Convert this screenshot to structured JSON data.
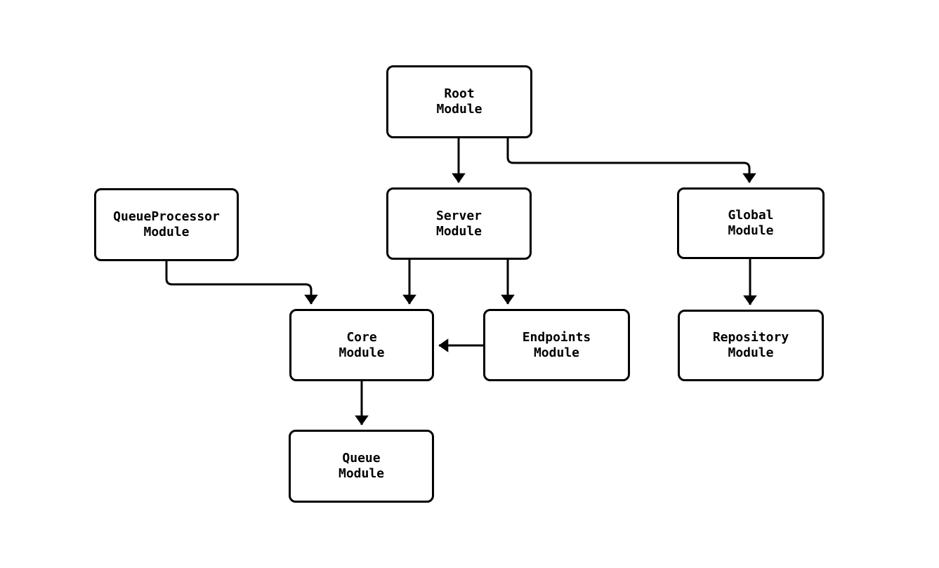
{
  "diagram": {
    "type": "flowchart",
    "direction": "top-down",
    "background_color": "#ffffff",
    "node_fill_color": "#ffffff",
    "node_border_color": "#000000",
    "edge_color": "#000000",
    "text_color": "#000000"
  },
  "nodes": {
    "root": {
      "label": "Root\nModule"
    },
    "queue_processor": {
      "label": "QueueProcessor\nModule"
    },
    "server": {
      "label": "Server\nModule"
    },
    "global": {
      "label": "Global\nModule"
    },
    "core": {
      "label": "Core\nModule"
    },
    "endpoints": {
      "label": "Endpoints\nModule"
    },
    "repository": {
      "label": "Repository\nModule"
    },
    "queue": {
      "label": "Queue\nModule"
    }
  },
  "edges": [
    {
      "from": "Root Module",
      "to": "Server Module"
    },
    {
      "from": "Root Module",
      "to": "Global Module"
    },
    {
      "from": "Server Module",
      "to": "Core Module"
    },
    {
      "from": "Server Module",
      "to": "Endpoints Module"
    },
    {
      "from": "QueueProcessor Module",
      "to": "Core Module"
    },
    {
      "from": "Endpoints Module",
      "to": "Core Module"
    },
    {
      "from": "Global Module",
      "to": "Repository Module"
    },
    {
      "from": "Core Module",
      "to": "Queue Module"
    }
  ]
}
